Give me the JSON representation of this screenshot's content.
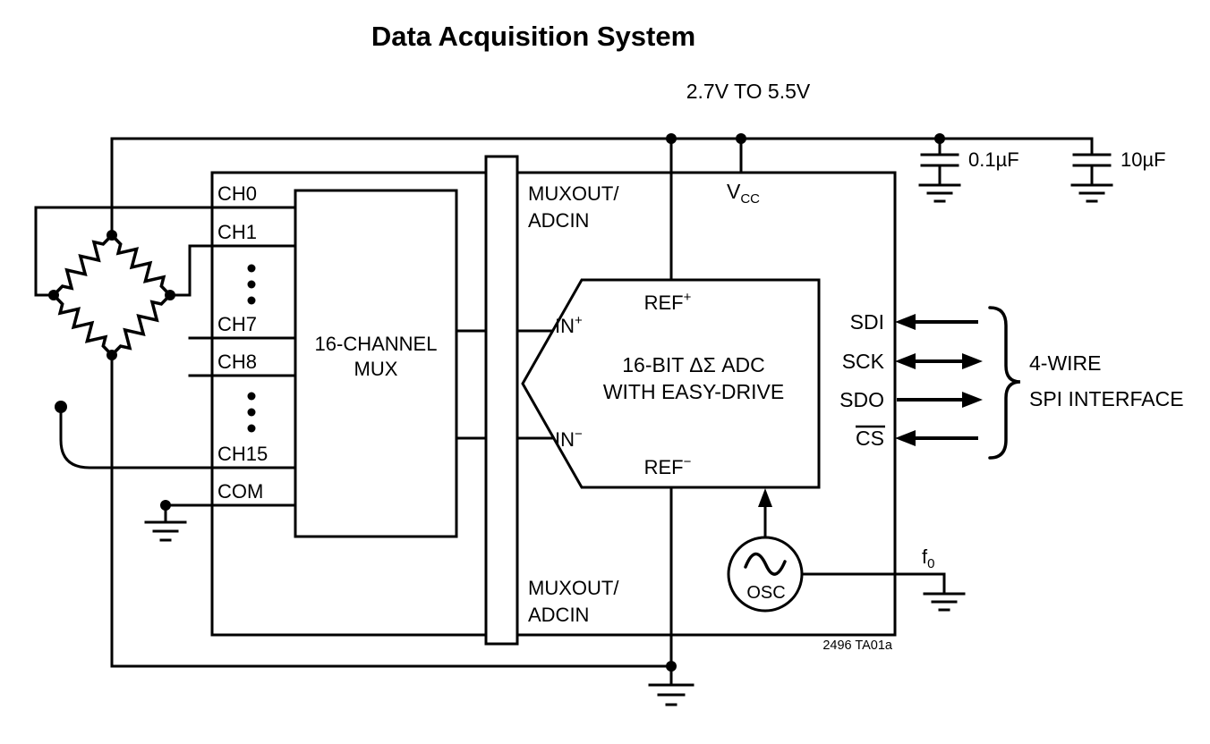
{
  "title": "Data Acquisition System",
  "supply_label": "2.7V TO 5.5V",
  "capacitors": {
    "c1_label": "0.1µF",
    "c2_label": "10µF"
  },
  "ic": {
    "vcc_base": "V",
    "vcc_sub": "CC",
    "channels": [
      "CH0",
      "CH1",
      "CH7",
      "CH8",
      "CH15",
      "COM"
    ],
    "mux_line1": "16-CHANNEL",
    "mux_line2": "MUX",
    "muxout_top_line1": "MUXOUT/",
    "muxout_top_line2": "ADCIN",
    "muxout_bottom_line1": "MUXOUT/",
    "muxout_bottom_line2": "ADCIN",
    "adc_line1": "16-BIT ΔΣ ADC",
    "adc_line2": "WITH EASY-DRIVE",
    "in_plus_base": "IN",
    "in_plus_sup": "+",
    "in_minus_base": "IN",
    "in_minus_sup": "−",
    "ref_plus_base": "REF",
    "ref_plus_sup": "+",
    "ref_minus_base": "REF",
    "ref_minus_sup": "−",
    "pin_sdi": "SDI",
    "pin_sck": "SCK",
    "pin_sdo": "SDO",
    "pin_cs": "CS",
    "osc_label": "OSC",
    "f0_base": "f",
    "f0_sub": "0",
    "figure_note": "2496 TA01a"
  },
  "spi_line1": "4-WIRE",
  "spi_line2": "SPI INTERFACE",
  "colors": {
    "ink": "#000000",
    "background": "#ffffff"
  }
}
